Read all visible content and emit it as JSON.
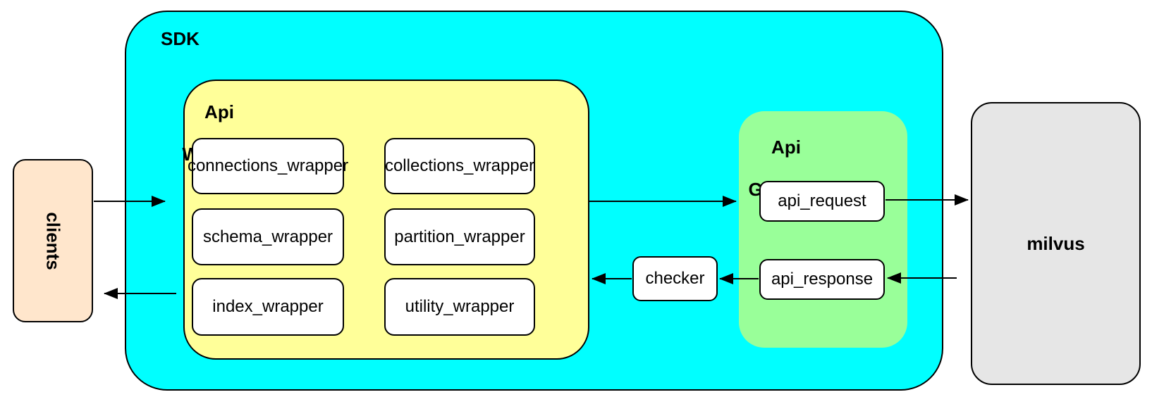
{
  "colors": {
    "sdk": "#00FFFF",
    "api_wrapper": "#FFFF99",
    "api_gateway": "#99FF99",
    "clients": "#FFE6CC",
    "milvus": "#E6E6E6",
    "node_fill": "#FFFFFF",
    "stroke": "#000000"
  },
  "sdk": {
    "label": "SDK"
  },
  "clients": {
    "label": "clients"
  },
  "api_wrapper": {
    "label_line1": "Api",
    "label_line2": "Wrapper",
    "boxes": [
      "connections_wrapper",
      "collections_wrapper",
      "schema_wrapper",
      "partition_wrapper",
      "index_wrapper",
      "utility_wrapper"
    ]
  },
  "checker": {
    "label": "checker"
  },
  "api_gateway": {
    "label_line1": "Api",
    "label_line2": "Gateway",
    "boxes": [
      "api_request",
      "api_response"
    ]
  },
  "milvus": {
    "label": "milvus"
  }
}
